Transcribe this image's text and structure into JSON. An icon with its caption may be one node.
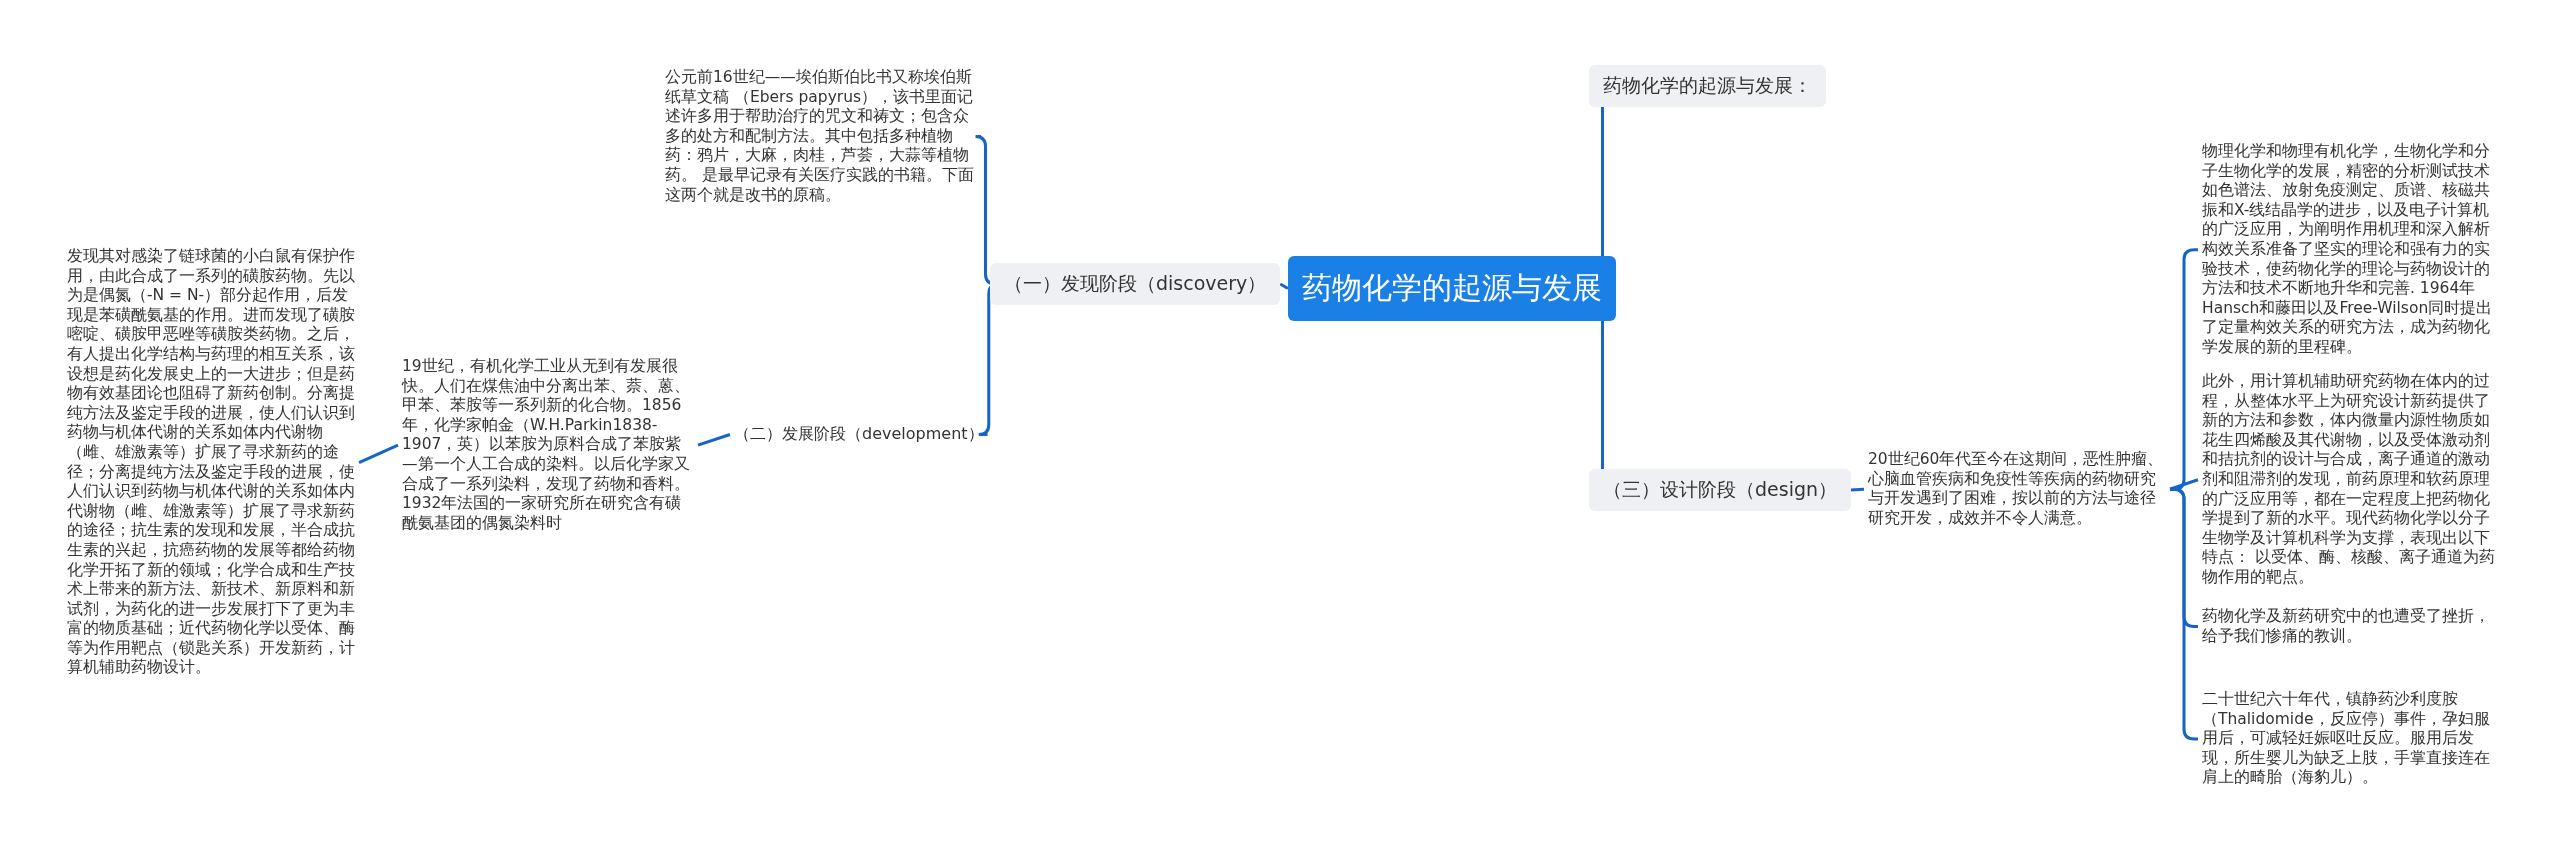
{
  "diagram": {
    "nodes": [
      {
        "text": [
          "药物化学的起源与发展"
        ]
      },
      {
        "text": [
          "（一）发现阶段（discovery）"
        ]
      },
      {
        "text": [
          "公元前16世纪——埃伯斯伯比书又称埃伯斯纸草文稿 （Ebers papyrus），该书里面记述许多用于帮助治疗的咒文和祷文；包含众多的处方和配制方法。其中包括多种植物药：鸦片，大麻，肉桂，芦荟，大蒜等植物药。 是最早记录有关医疗实践的书籍。下面这两个就是改书的原稿。"
        ]
      },
      {
        "text": [
          "（二）发展阶段（development）"
        ]
      },
      {
        "text": [
          "19世纪，有机化学工业从无到有发展很快。人们在煤焦油中分离出苯、萘、蒽、甲苯、苯胺等一系列新的化合物。1856年，化学家帕金（W.H.Parkin1838-1907，英）以苯胺为原料合成了苯胺紫—第一个人工合成的染料。以后化学家又合成了一系列染料，发现了药物和香料。1932年法国的一家研究所在研究含有磺酰氨基团的偶氮染料时"
        ]
      },
      {
        "text": [
          "发现其对感染了链球菌的小白鼠有保护作用，由此合成了一系列的磺胺药物。先以为是偶氮（-N = N-）部分起作用，后发现是苯磺酰氨基的作用。进而发现了磺胺嘧啶、磺胺甲恶唑等磺胺类药物。之后，有人提出化学结构与药理的相互关系，该设想是药化发展史上的一大进步；但是药物有效基团论也阻碍了新药创制。分离提纯方法及鉴定手段的进展，使人们认识到药物与机体代谢的关系如体内代谢物（雌、雄激素等）扩展了寻求新药的途径；分离提纯方法及鉴定手段的进展，使人们认识到药物与机体代谢的关系如体内代谢物（雌、雄激素等）扩展了寻求新药的途径；抗生素的发现和发展，半合成抗生素的兴起，抗癌药物的发展等都给药物化学开拓了新的领域；化学合成和生产技术上带来的新方法、新技术、新原料和新试剂，为药化的进一步发展打下了更为丰富的物质基础；近代药物化学以受体、酶等为作用靶点（锁匙关系）开发新药，计算机辅助药物设计。"
        ]
      },
      {
        "text": [
          "药物化学的起源与发展："
        ]
      },
      {
        "text": [
          "（三）设计阶段（design）"
        ]
      },
      {
        "text": [
          "20世纪60年代至今在这期间，恶性肿瘤、心脑血管疾病和免疫性等疾病的药物研究与开发遇到了困难，按以前的方法与途径研究开发，成效并不令人满意。"
        ]
      },
      {
        "text": [
          "物理化学和物理有机化学，生物化学和分子生物化学的发展，精密的分析测试技术如色谱法、放射免疫测定、质谱、核磁共振和X-线结晶学的进步，以及电子计算机的广泛应用，为阐明作用机理和深入解析构效关系准备了坚实的理论和强有力的实验技术，使药物化学的理论与药物设计的方法和技术不断地升华和完善. 1964年Hansch和藤田以及Free-Wilson同时提出了定量构效关系的研究方法，成为药物化学发展的新的里程碑。"
        ]
      },
      {
        "text": [
          "此外，用计算机辅助研究药物在体内的过程，从整体水平上为研究设计新药提供了新的方法和参数，体内微量内源性物质如花生四烯酸及其代谢物，以及受体激动剂和拮抗剂的设计与合成，离子通道的激动剂和阻滞剂的发现，前药原理和软药原理的广泛应用等，都在一定程度上把药物化学提到了新的水平。现代药物化学以分子生物学及计算机科学为支撑，表现出以下特点： 以受体、酶、核酸、离子通道为药物作用的靶点。"
        ]
      },
      {
        "text": [
          "药物化学及新药研究中的也遭受了挫折，给予我们惨痛的教训。"
        ]
      },
      {
        "text": [
          "二十世纪六十年代，镇静药沙利度胺（Thalidomide，反应停）事件，孕妇服用后，可减轻妊娠呕吐反应。服用后发现，所生婴儿为缺乏上肢，手掌直接连在肩上的畸胎（海豹儿）。"
        ]
      }
    ],
    "edges": [
      {
        "from": 0,
        "to": 1,
        "arrow": "none"
      },
      {
        "from": 1,
        "to": 2,
        "arrow": "none"
      },
      {
        "from": 1,
        "to": 3,
        "arrow": "none"
      },
      {
        "from": 3,
        "to": 4,
        "arrow": "none"
      },
      {
        "from": 4,
        "to": 5,
        "arrow": "none"
      },
      {
        "from": 0,
        "to": 6,
        "arrow": "none"
      },
      {
        "from": 0,
        "to": 7,
        "arrow": "none"
      },
      {
        "from": 7,
        "to": 8,
        "arrow": "none"
      },
      {
        "from": 8,
        "to": 9,
        "arrow": "none"
      },
      {
        "from": 8,
        "to": 10,
        "arrow": "none"
      },
      {
        "from": 8,
        "to": 11,
        "arrow": "none"
      },
      {
        "from": 8,
        "to": 12,
        "arrow": "none"
      }
    ]
  }
}
